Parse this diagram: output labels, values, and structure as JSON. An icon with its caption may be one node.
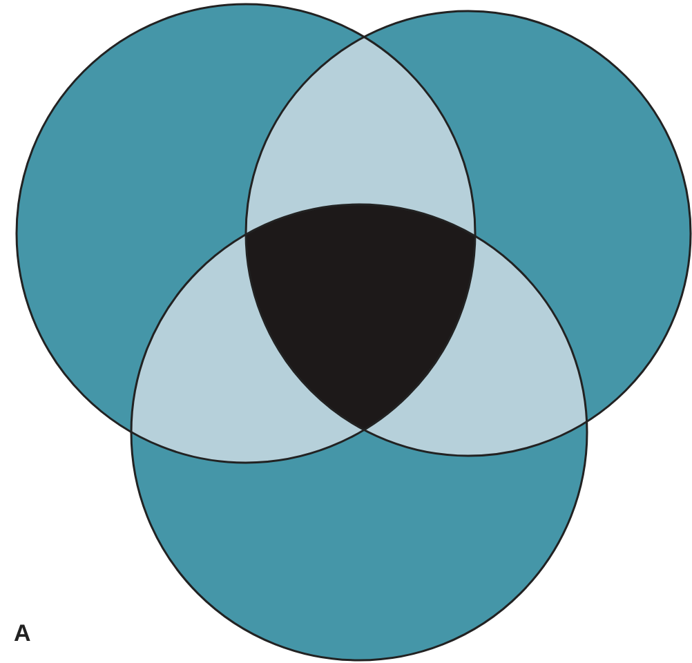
{
  "diagram": {
    "nodes": [
      {
        "text": [],
        "shape": "circle"
      },
      {
        "text": [],
        "shape": "circle"
      },
      {
        "text": [],
        "shape": "circle"
      }
    ],
    "labels": [
      "A"
    ]
  }
}
